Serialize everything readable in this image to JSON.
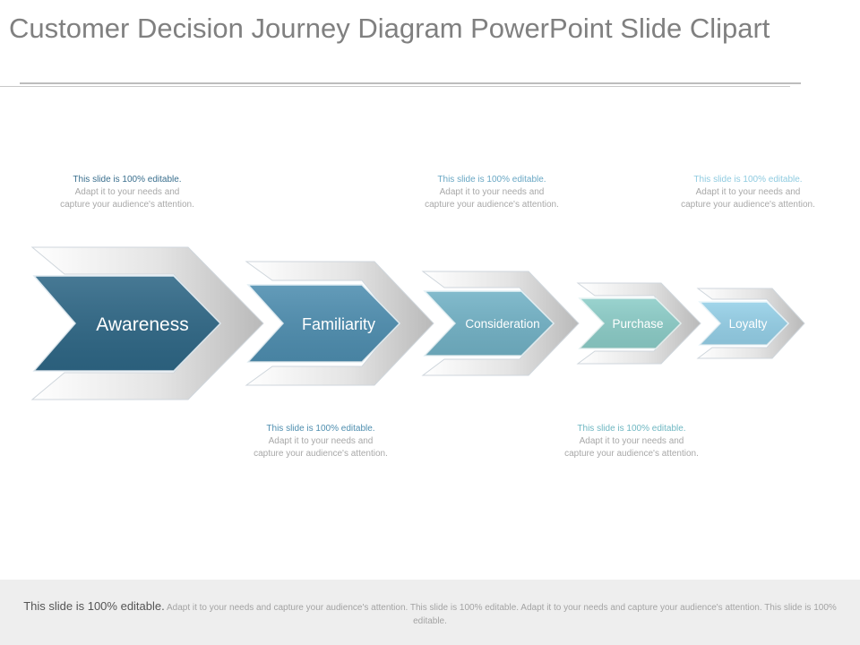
{
  "title": "Customer Decision Journey Diagram PowerPoint Slide Clipart",
  "stages": [
    {
      "label": "Awareness",
      "color": "#2e6786"
    },
    {
      "label": "Familiarity",
      "color": "#4e8eb0"
    },
    {
      "label": "Consideration",
      "color": "#72b2c6"
    },
    {
      "label": "Purchase",
      "color": "#8ccdc8"
    },
    {
      "label": "Loyalty",
      "color": "#95d0e8"
    }
  ],
  "callouts": [
    {
      "lead": "This slide is 100% editable.",
      "body": "Adapt it to your needs and capture your audience's attention."
    },
    {
      "lead": "This slide is 100% editable.",
      "body": "Adapt it to your needs and capture your audience's attention."
    },
    {
      "lead": "This slide is 100% editable.",
      "body": "Adapt it to your needs and capture your audience's attention."
    },
    {
      "lead": "This slide is 100% editable.",
      "body": "Adapt it to your needs and capture your audience's attention."
    },
    {
      "lead": "This slide is 100% editable.",
      "body": "Adapt it to your needs and capture your audience's attention."
    }
  ],
  "footer": {
    "lead": "This slide is 100% editable.",
    "body": "Adapt it to your needs and capture your audience's attention. This slide is 100% editable. Adapt it to your needs and capture your audience's attention. This slide is 100% editable."
  }
}
